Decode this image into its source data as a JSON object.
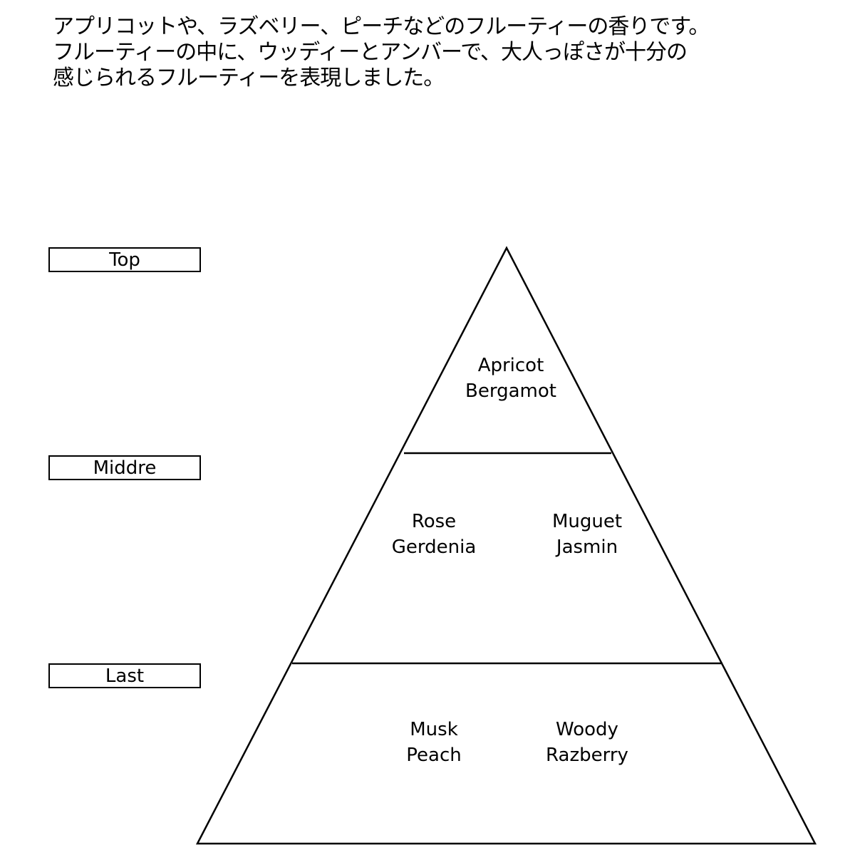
{
  "intro": {
    "lines": [
      "アプリコットや、ラズベリー、ピーチなどのフルーティーの香りです。",
      "フルーティーの中に、ウッディーとアンバーで、大人っぽさが十分の",
      "感じられるフルーティーを表現しました。"
    ]
  },
  "levels": {
    "top": "Top",
    "middle": "Middre",
    "last": "Last"
  },
  "pyramid": {
    "top": {
      "line1": "Apricot",
      "line2": "Bergamot"
    },
    "middle_left": {
      "line1": "Rose",
      "line2": "Gerdenia"
    },
    "middle_right": {
      "line1": "Muguet",
      "line2": "Jasmin"
    },
    "last_left": {
      "line1": "Musk",
      "line2": "Peach"
    },
    "last_right": {
      "line1": "Woody",
      "line2": "Razberry"
    }
  }
}
